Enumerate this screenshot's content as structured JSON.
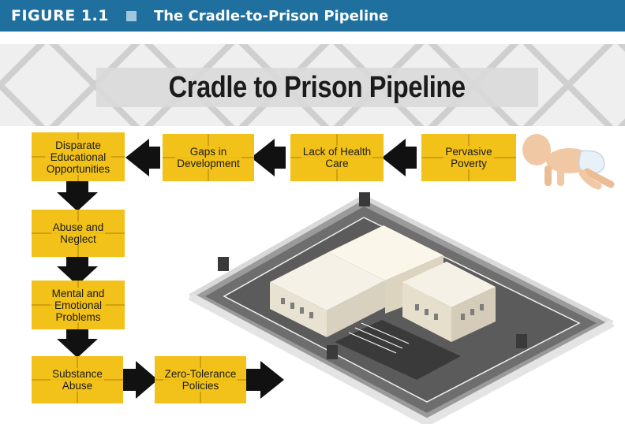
{
  "figure": {
    "label": "FIGURE 1.1",
    "title": "The Cradle-to-Prison Pipeline"
  },
  "banner": {
    "title": "Cradle to Prison Pipeline"
  },
  "steps": [
    {
      "label": "Pervasive\nPoverty"
    },
    {
      "label": "Lack of Health\nCare"
    },
    {
      "label": "Gaps in\nDevelopment"
    },
    {
      "label": "Disparate\nEducational\nOpportunities"
    },
    {
      "label": "Abuse and\nNeglect"
    },
    {
      "label": "Mental and\nEmotional\nProblems"
    },
    {
      "label": "Substance\nAbuse"
    },
    {
      "label": "Zero-Tolerance\nPolicies"
    }
  ],
  "icons": {
    "baby": "crawling-baby-icon",
    "prison": "prison-icon"
  },
  "colors": {
    "header": "#1f6f9f",
    "box": "#f2c21a",
    "arrow": "#111111"
  }
}
